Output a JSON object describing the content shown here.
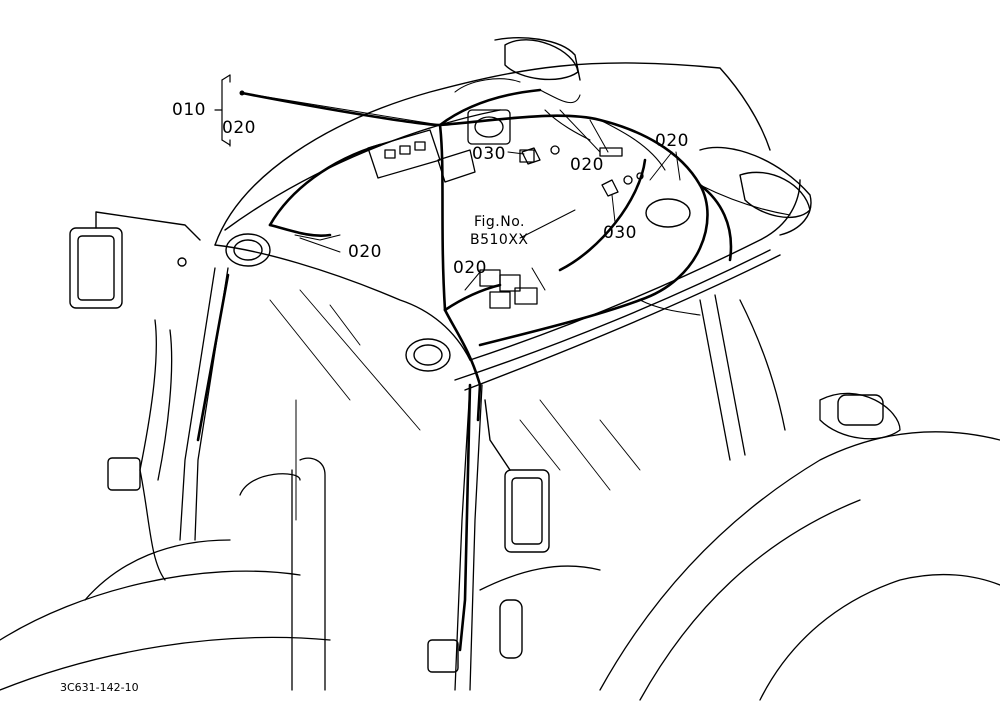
{
  "callouts": {
    "c010": "010",
    "c020_bracket": "020",
    "c030_left": "030",
    "c020_mid": "020",
    "c020_right": "020",
    "c020_left": "020",
    "c030_right": "030",
    "c020_center": "020"
  },
  "figure_ref": {
    "line1": "Fig.No.",
    "line2": "B510XX"
  },
  "document_id": "3C631-142-10",
  "colors": {
    "line": "#000000",
    "background": "#ffffff"
  }
}
